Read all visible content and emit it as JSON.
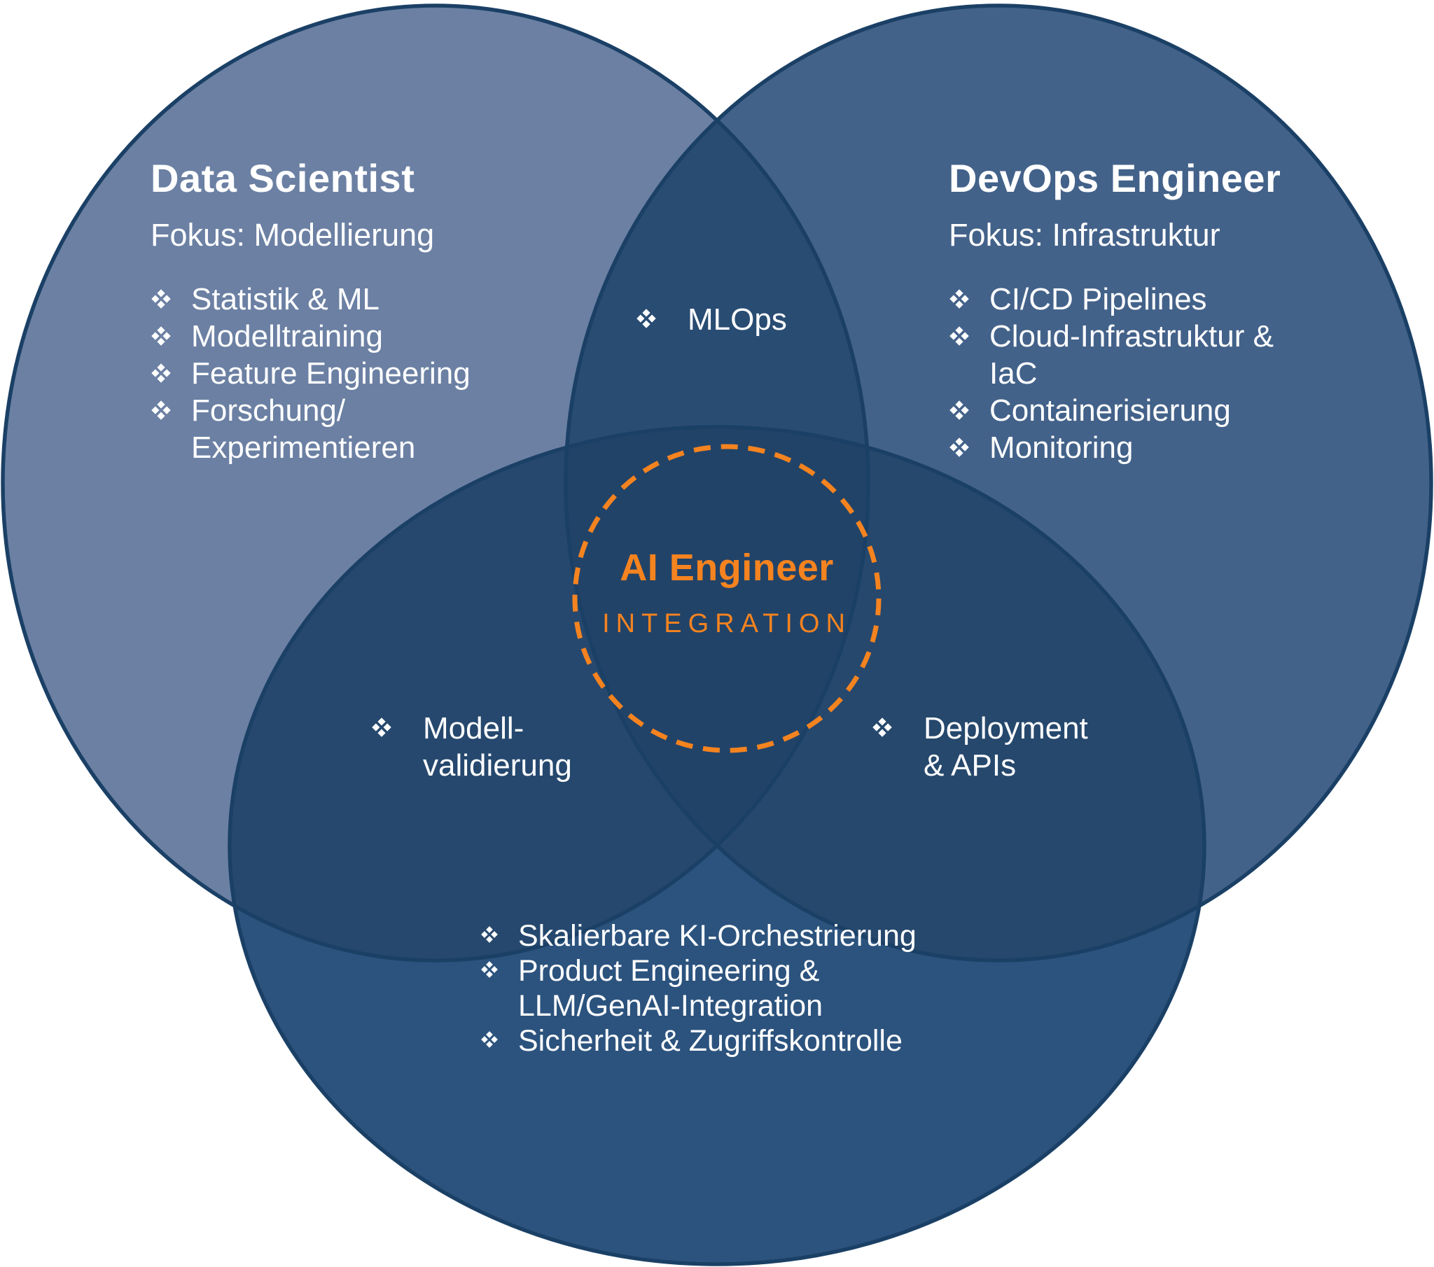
{
  "colors": {
    "background": "#FFFFFF",
    "circle_outline": "#1B4066",
    "left_circle_fill": "#6B80A3",
    "right_circle_fill": "#43628A",
    "bottom_circle_fill": "#2C537E",
    "overlap_left_right": "#294C73",
    "overlap_left_bottom": "#26486E",
    "overlap_right_bottom": "#26486D",
    "overlap_center": "#224368",
    "accent_orange": "#F5831F",
    "text": "#FFFFFF"
  },
  "icons": {
    "bullet": "four-diamond-bullet"
  },
  "left_circle": {
    "title": "Data Scientist",
    "subtitle": "Fokus: Modellierung",
    "items": [
      {
        "l1": "Statistik & ML",
        "l2": ""
      },
      {
        "l1": "Modelltraining",
        "l2": ""
      },
      {
        "l1": "Feature Engineering",
        "l2": ""
      },
      {
        "l1": "Forschung/",
        "l2": "Experimentieren"
      }
    ]
  },
  "right_circle": {
    "title": "DevOps Engineer",
    "subtitle": "Fokus: Infrastruktur",
    "items": [
      {
        "l1": "CI/CD Pipelines",
        "l2": ""
      },
      {
        "l1": "Cloud-Infrastruktur &",
        "l2": "IaC"
      },
      {
        "l1": "Containerisierung",
        "l2": ""
      },
      {
        "l1": "Monitoring",
        "l2": ""
      }
    ]
  },
  "bottom_circle": {
    "items": [
      {
        "l1": "Skalierbare KI-Orchestrierung",
        "l2": ""
      },
      {
        "l1": "Product Engineering &",
        "l2": "LLM/GenAI-Integration"
      },
      {
        "l1": "Sicherheit & Zugriffskontrolle",
        "l2": ""
      }
    ]
  },
  "intersections": {
    "top": {
      "l1": "MLOps",
      "l2": ""
    },
    "left": {
      "l1": "Modell-",
      "l2": "validierung"
    },
    "right": {
      "l1": "Deployment",
      "l2": "& APIs"
    }
  },
  "center": {
    "title": "AI Engineer",
    "subtitle": "INTEGRATION"
  }
}
